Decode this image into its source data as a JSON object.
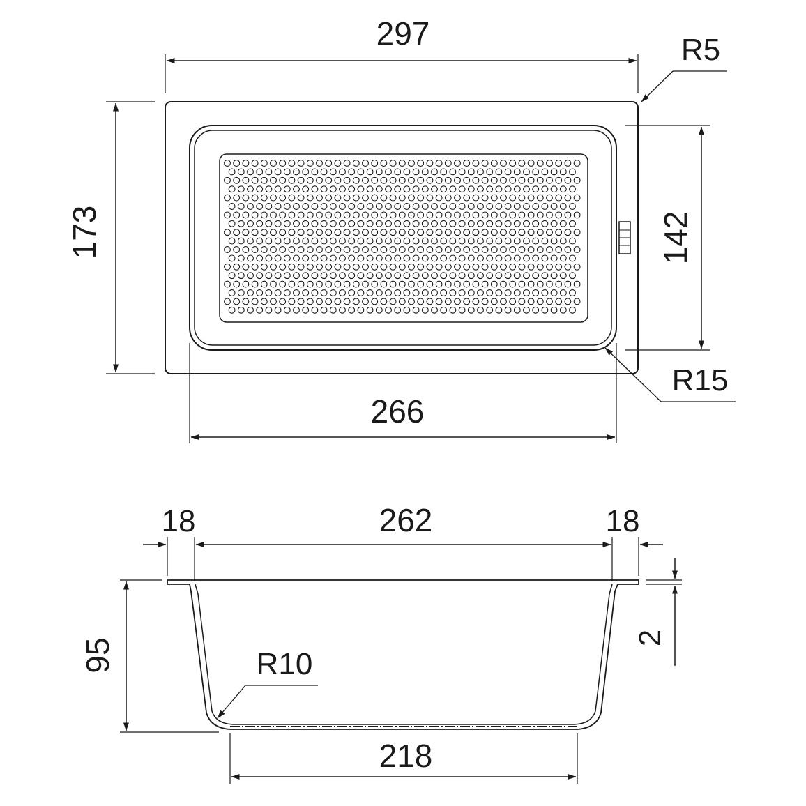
{
  "top_view": {
    "width_label": "297",
    "height_label": "173",
    "inner_height_label": "142",
    "inner_width_label": "266",
    "corner_outer_label": "R5",
    "corner_inner_label": "R15"
  },
  "side_view": {
    "flange_left_label": "18",
    "inner_top_label": "262",
    "flange_right_label": "18",
    "depth_label": "95",
    "bottom_radius_label": "R10",
    "bottom_width_label": "218",
    "thickness_label": "2"
  }
}
